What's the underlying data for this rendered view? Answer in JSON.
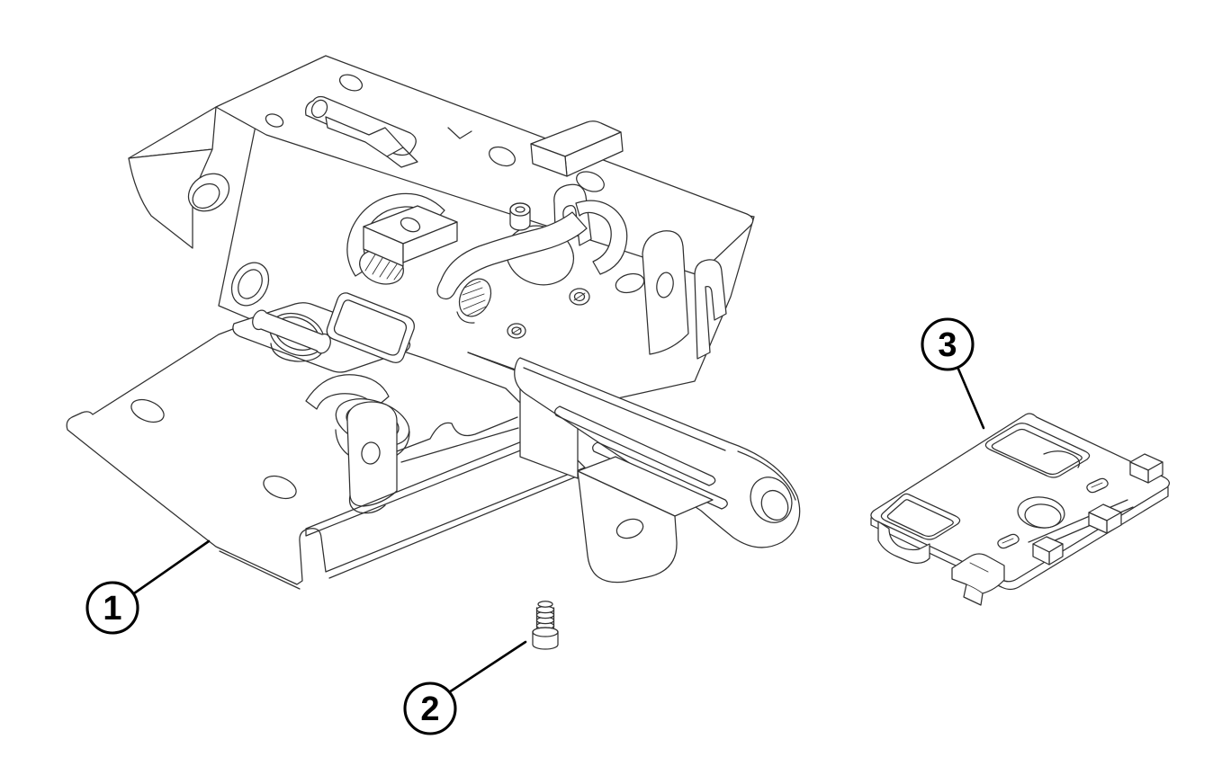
{
  "diagram": {
    "background_color": "#ffffff",
    "line_color": "#303030",
    "callout_color": "#000000",
    "callouts": [
      {
        "number": "1"
      },
      {
        "number": "2"
      },
      {
        "number": "3"
      }
    ]
  }
}
